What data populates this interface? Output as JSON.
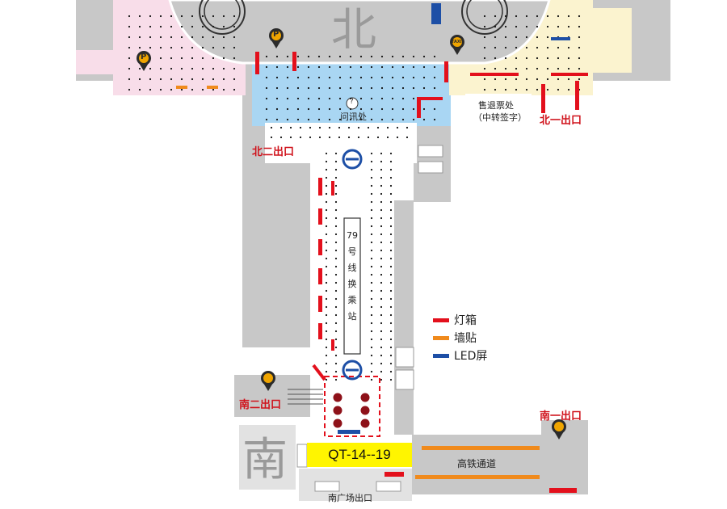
{
  "directions": {
    "north": "北",
    "south": "南"
  },
  "exits": {
    "north_one": "北一出口",
    "north_two": "北二出口",
    "south_one": "南一出口",
    "south_two": "南二出口",
    "south_plaza": "南广场出口"
  },
  "facilities": {
    "info_desk": "问讯处",
    "info_symbol": "?",
    "ticket_office_line1": "售退票处",
    "ticket_office_line2": "（中转签字）",
    "transfer_station": "79号线换乘站",
    "hsr_passage": "高铁通道",
    "parking_symbol": "P",
    "taxi_symbol": "TAXI"
  },
  "legend": [
    {
      "label": "灯箱",
      "color": "#e3101c"
    },
    {
      "label": "墙贴",
      "color": "#f08a1c"
    },
    {
      "label": "LED屏",
      "color": "#1d4fa6"
    }
  ],
  "highlight_code": "QT-14--19",
  "colors": {
    "gray": "#c8c8c8",
    "light_gray": "#e2e2e2",
    "pink": "#f8dde9",
    "blue": "#a9d6f3",
    "cream": "#fbf3cf",
    "red": "#e3101c",
    "orange": "#f08a1c",
    "led_blue": "#1d4fa6",
    "metro_blue": "#1d4fa6",
    "dark_red": "#8e1119",
    "yellow": "#fff500",
    "icon_dark": "#2b2b2b",
    "icon_amber": "#f0a500"
  }
}
